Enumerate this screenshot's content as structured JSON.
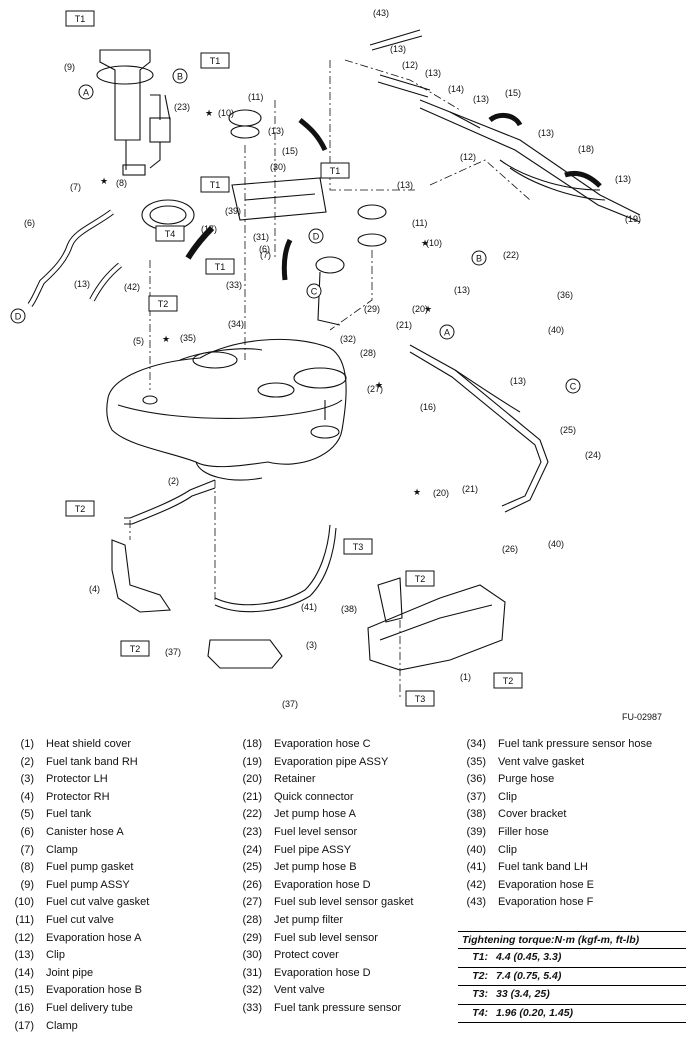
{
  "figure_code": "FU-02987",
  "diagram": {
    "torque_tags": [
      "T1",
      "T1",
      "T1",
      "T1",
      "T1",
      "T2",
      "T2",
      "T2",
      "T2",
      "T3",
      "T3",
      "T4",
      "T2"
    ],
    "callouts": [
      "(43)",
      "(13)",
      "(12)",
      "(13)",
      "(14)",
      "(13)",
      "(15)",
      "(13)",
      "(9)",
      "(23)",
      "(11)",
      "(10)",
      "(13)",
      "(15)",
      "(12)",
      "(18)",
      "(13)",
      "(19)",
      "(7)",
      "(8)",
      "(30)",
      "(13)",
      "(11)",
      "(10)",
      "(39)",
      "(17)",
      "(31)",
      "(6)",
      "(7)",
      "(6)",
      "(42)",
      "(13)",
      "(33)",
      "(34)",
      "(35)",
      "(5)",
      "(32)",
      "(28)",
      "(29)",
      "(27)",
      "(22)",
      "(13)",
      "(36)",
      "(20)",
      "(21)",
      "(40)",
      "(16)",
      "(13)",
      "(25)",
      "(24)",
      "(20)",
      "(21)",
      "(26)",
      "(40)",
      "(2)",
      "(4)",
      "(37)",
      "(41)",
      "(3)",
      "(37)",
      "(38)",
      "(1)"
    ],
    "connectors": [
      "A",
      "B",
      "C",
      "D",
      "A",
      "B",
      "C",
      "D"
    ]
  },
  "legend": {
    "col1": [
      {
        "num": "(1)",
        "name": "Heat shield cover"
      },
      {
        "num": "(2)",
        "name": "Fuel tank band RH"
      },
      {
        "num": "(3)",
        "name": "Protector LH"
      },
      {
        "num": "(4)",
        "name": "Protector RH"
      },
      {
        "num": "(5)",
        "name": "Fuel tank"
      },
      {
        "num": "(6)",
        "name": "Canister hose A"
      },
      {
        "num": "(7)",
        "name": "Clamp"
      },
      {
        "num": "(8)",
        "name": "Fuel pump gasket"
      },
      {
        "num": "(9)",
        "name": "Fuel pump ASSY"
      },
      {
        "num": "(10)",
        "name": "Fuel cut valve gasket"
      },
      {
        "num": "(11)",
        "name": "Fuel cut valve"
      },
      {
        "num": "(12)",
        "name": "Evaporation hose A"
      },
      {
        "num": "(13)",
        "name": "Clip"
      },
      {
        "num": "(14)",
        "name": "Joint pipe"
      },
      {
        "num": "(15)",
        "name": "Evaporation hose B"
      },
      {
        "num": "(16)",
        "name": "Fuel delivery tube"
      },
      {
        "num": "(17)",
        "name": "Clamp"
      }
    ],
    "col2": [
      {
        "num": "(18)",
        "name": "Evaporation hose C"
      },
      {
        "num": "(19)",
        "name": "Evaporation pipe ASSY"
      },
      {
        "num": "(20)",
        "name": "Retainer"
      },
      {
        "num": "(21)",
        "name": "Quick connector"
      },
      {
        "num": "(22)",
        "name": "Jet pump hose A"
      },
      {
        "num": "(23)",
        "name": "Fuel level sensor"
      },
      {
        "num": "(24)",
        "name": "Fuel pipe ASSY"
      },
      {
        "num": "(25)",
        "name": "Jet pump hose B"
      },
      {
        "num": "(26)",
        "name": "Evaporation hose D"
      },
      {
        "num": "(27)",
        "name": "Fuel sub level sensor gasket"
      },
      {
        "num": "(28)",
        "name": "Jet pump filter"
      },
      {
        "num": "(29)",
        "name": "Fuel sub level sensor"
      },
      {
        "num": "(30)",
        "name": "Protect cover"
      },
      {
        "num": "(31)",
        "name": "Evaporation hose D"
      },
      {
        "num": "(32)",
        "name": "Vent valve"
      },
      {
        "num": "(33)",
        "name": "Fuel tank pressure sensor"
      }
    ],
    "col3": [
      {
        "num": "(34)",
        "name": "Fuel tank pressure sensor hose"
      },
      {
        "num": "(35)",
        "name": "Vent valve gasket"
      },
      {
        "num": "(36)",
        "name": "Purge hose"
      },
      {
        "num": "(37)",
        "name": "Clip"
      },
      {
        "num": "(38)",
        "name": "Cover bracket"
      },
      {
        "num": "(39)",
        "name": "Filler hose"
      },
      {
        "num": "(40)",
        "name": "Clip"
      },
      {
        "num": "(41)",
        "name": "Fuel tank band LH"
      },
      {
        "num": "(42)",
        "name": "Evaporation hose E"
      },
      {
        "num": "(43)",
        "name": "Evaporation hose F"
      }
    ]
  },
  "torque": {
    "header": "Tightening torque:N·m (kgf-m, ft-lb)",
    "rows": [
      {
        "key": "T1:",
        "value": "4.4 (0.45, 3.3)"
      },
      {
        "key": "T2:",
        "value": "7.4 (0.75, 5.4)"
      },
      {
        "key": "T3:",
        "value": "33 (3.4, 25)"
      },
      {
        "key": "T4:",
        "value": "1.96 (0.20, 1.45)"
      }
    ]
  }
}
